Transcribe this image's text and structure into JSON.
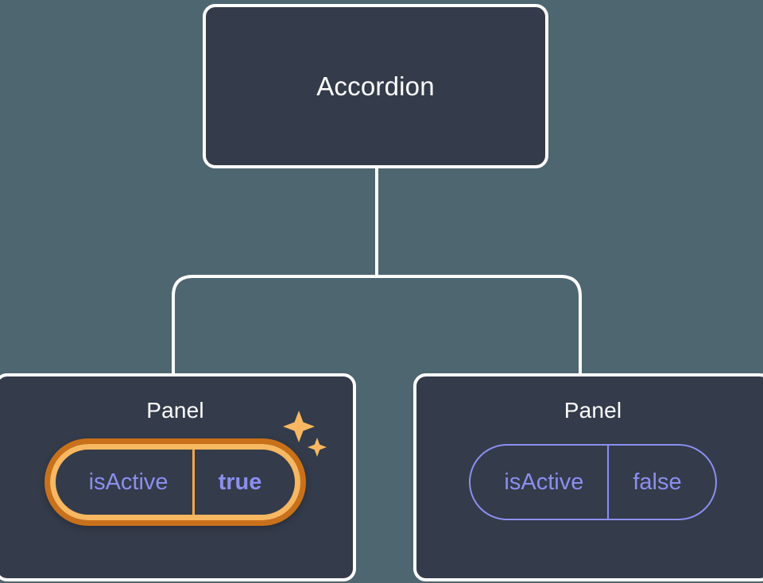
{
  "theme": {
    "canvas_background": "#4d6670",
    "card_background": "#343b4a",
    "card_border": "#ffffff",
    "connector_color": "#ffffff",
    "prop_accent": "#8b8ff0",
    "highlight_inner": "#f8b861",
    "highlight_outer": "#c9711a",
    "sparkle_color": "#f8b861"
  },
  "tree": {
    "root": {
      "title": "Accordion"
    },
    "children": [
      {
        "title": "Panel",
        "highlighted": true,
        "prop": {
          "key": "isActive",
          "value": "true"
        },
        "sparkle_icon": "sparkles-icon"
      },
      {
        "title": "Panel",
        "highlighted": false,
        "prop": {
          "key": "isActive",
          "value": "false"
        }
      }
    ]
  }
}
